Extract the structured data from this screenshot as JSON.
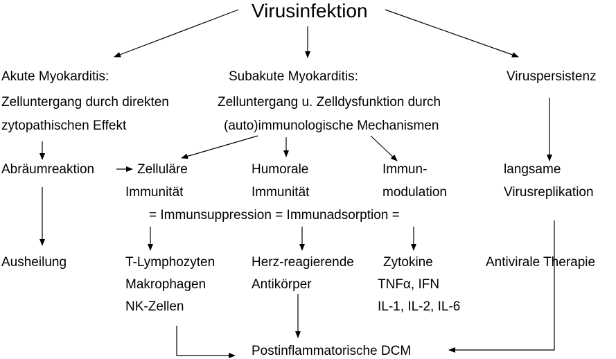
{
  "title": "Virusinfektion",
  "acute": {
    "line1": "Akute Myokarditis:",
    "line2": "Zelluntergang durch direkten",
    "line3": "zytopathischen Effekt"
  },
  "subacute": {
    "line1": "Subakute Myokarditis:",
    "line2": "Zelluntergang u. Zelldysfunktion durch",
    "line3": "(auto)immunologische Mechanismen"
  },
  "persistence": {
    "label": "Viruspersistenz"
  },
  "row2": {
    "clearance": "Abräumreaktion",
    "cellular_1": "Zelluläre",
    "cellular_2": "Immunität",
    "humoral_1": "Humorale",
    "humoral_2": "Immunität",
    "immunomod_1": "Immun-",
    "immunomod_2": "modulation",
    "slow_1": "langsame",
    "slow_2": "Virusreplikation"
  },
  "therapy_line": "= Immunsuppression = Immunadsorption =",
  "row3": {
    "healing": "Ausheilung",
    "cells_1": "T-Lymphozyten",
    "cells_2": "Makrophagen",
    "cells_3": "NK-Zellen",
    "antibodies_1": "Herz-reagierende",
    "antibodies_2": "Antikörper",
    "cytokines_1": "Zytokine",
    "cytokines_2": "TNFα, IFN",
    "cytokines_3": "IL-1, IL-2, IL-6",
    "antiviral": "Antivirale Therapie"
  },
  "outcome": "Postinflammatorische DCM"
}
